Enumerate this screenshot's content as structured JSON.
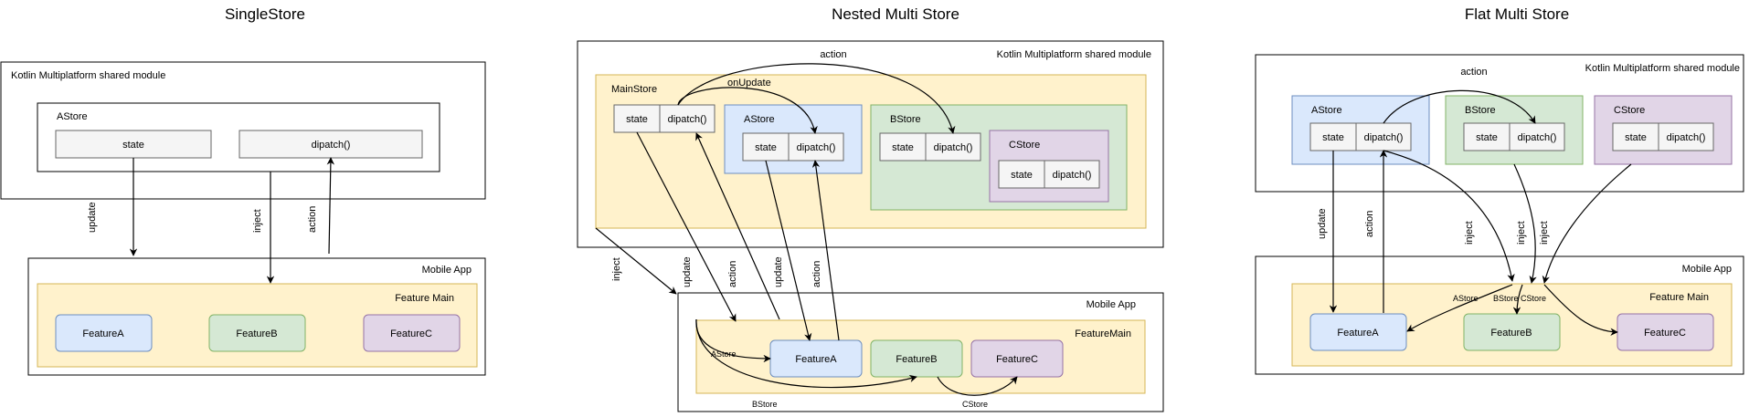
{
  "titles": {
    "single": "SingleStore",
    "nested": "Nested Multi Store",
    "flat": "Flat Multi Store"
  },
  "single": {
    "shared_module": "Kotlin Multiplatform shared module",
    "astore": "AStore",
    "state": "state",
    "dispatch": "dipatch()",
    "update": "update",
    "inject": "inject",
    "action": "action",
    "mobile_app": "Mobile App",
    "feature_main": "Feature Main",
    "feature_a": "FeatureA",
    "feature_b": "FeatureB",
    "feature_c": "FeatureC"
  },
  "nested": {
    "shared_module": "Kotlin Multiplatform shared module",
    "action_top": "action",
    "main_store": "MainStore",
    "on_update": "onUpdate",
    "main_state": "state",
    "main_dispatch": "dipatch()",
    "astore": "AStore",
    "a_state": "state",
    "a_dispatch": "dipatch()",
    "bstore": "BStore",
    "b_state": "state",
    "b_dispatch": "dipatch()",
    "cstore": "CStore",
    "c_state": "state",
    "c_dispatch": "dipatch()",
    "inject": "inject",
    "update1": "update",
    "action1": "action",
    "update2": "update",
    "action2": "action",
    "mobile_app": "Mobile App",
    "feature_main": "FeatureMain",
    "feature_a": "FeatureA",
    "feature_b": "FeatureB",
    "feature_c": "FeatureC",
    "astore_lbl": "AStore",
    "bstore_lbl": "BStore",
    "cstore_lbl": "CStore"
  },
  "flat": {
    "shared_module": "Kotlin Multiplatform shared module",
    "action_top": "action",
    "astore": "AStore",
    "a_state": "state",
    "a_dispatch": "dipatch()",
    "bstore": "BStore",
    "b_state": "state",
    "b_dispatch": "dipatch()",
    "cstore": "CStore",
    "c_state": "state",
    "c_dispatch": "dipatch()",
    "update": "update",
    "action": "action",
    "inject1": "inject",
    "inject2": "inject",
    "inject3": "inject",
    "mobile_app": "Mobile App",
    "feature_main": "Feature Main",
    "feature_a": "FeatureA",
    "feature_b": "FeatureB",
    "feature_c": "FeatureC",
    "astore_lbl": "AStore",
    "bstore_lbl": "BStore",
    "cstore_lbl": "CStore"
  },
  "colors": {
    "yellow_fill": "#fff2cc",
    "yellow_stroke": "#d6b656",
    "blue_fill": "#dae8fc",
    "blue_stroke": "#6c8ebf",
    "green_fill": "#d5e8d4",
    "green_stroke": "#82b366",
    "purple_fill": "#e1d5e7",
    "purple_stroke": "#9673a6",
    "gray_fill": "#f5f5f5",
    "gray_stroke": "#666666"
  }
}
